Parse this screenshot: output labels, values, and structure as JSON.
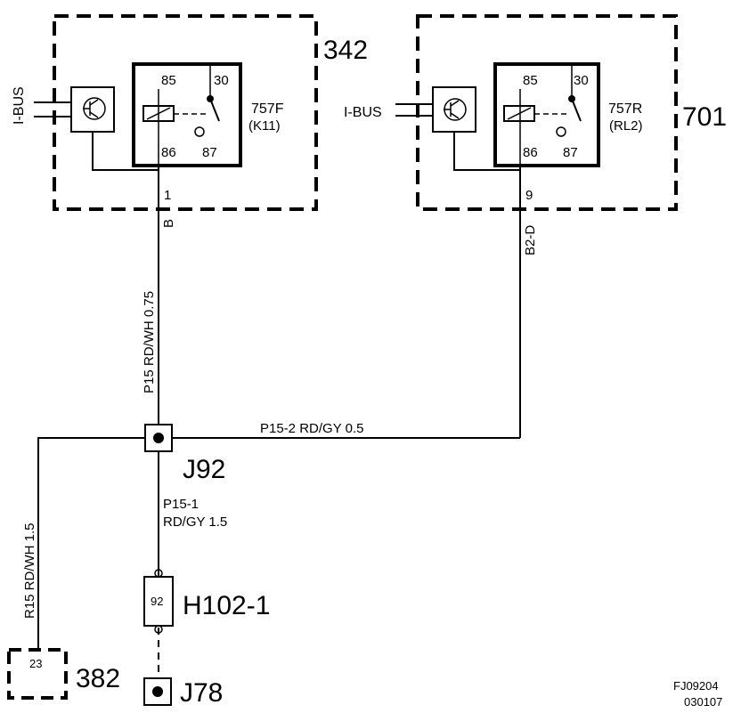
{
  "modules": {
    "left": {
      "id": "342",
      "ibus_label": "I-BUS",
      "relay_name": "757F",
      "relay_code": "(K11)",
      "pins": {
        "p85": "85",
        "p30": "30",
        "p86": "86",
        "p87": "87"
      },
      "connector_pin": "1",
      "wire_side_label": "B"
    },
    "right": {
      "id": "701",
      "ibus_label": "I-BUS",
      "relay_name": "757R",
      "relay_code": "(RL2)",
      "pins": {
        "p85": "85",
        "p30": "30",
        "p86": "86",
        "p87": "87"
      },
      "connector_pin": "9",
      "wire_side_label": "B2-D"
    }
  },
  "wires": {
    "main_vertical": "P15  RD/WH  0.75",
    "right_horizontal": "P15-2  RD/GY  0.5",
    "left_vertical": "R15  RD/WH  1.5",
    "lower_line1": "P15-1",
    "lower_line2": "RD/GY 1.5"
  },
  "junctions": {
    "splice": "J92",
    "fuse_box": "H102-1",
    "fuse_pin": "92",
    "ground": "J78",
    "module_382": "382",
    "module_382_pin": "23"
  },
  "footer": {
    "figure_id": "FJ09204",
    "date_code": "030107"
  }
}
